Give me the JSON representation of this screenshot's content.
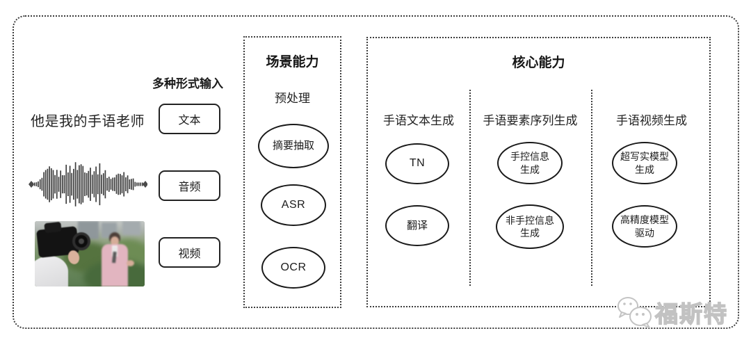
{
  "diagram": {
    "input": {
      "label": "多种形式输入",
      "sentence": "他是我的手语老师",
      "types": [
        {
          "label": "文本"
        },
        {
          "label": "音频"
        },
        {
          "label": "视频"
        }
      ]
    },
    "scene": {
      "title": "场景能力",
      "subtitle": "预处理",
      "nodes": [
        {
          "label": "摘要抽取"
        },
        {
          "label": "ASR"
        },
        {
          "label": "OCR"
        }
      ]
    },
    "core": {
      "title": "核心能力",
      "columns": [
        {
          "header": "手语文本生成",
          "nodes": [
            {
              "label": "TN"
            },
            {
              "label": "翻译"
            }
          ]
        },
        {
          "header": "手语要素序列生成",
          "nodes": [
            {
              "label": "手控信息\n生成"
            },
            {
              "label": "非手控信息\n生成"
            }
          ]
        },
        {
          "header": "手语视频生成",
          "nodes": [
            {
              "label": "超写实模型\n生成"
            },
            {
              "label": "高精度模型\n驱动"
            }
          ]
        }
      ]
    },
    "watermark": {
      "text": "福斯特",
      "logo": "chat-bubbles-icon"
    },
    "colors": {
      "border": "#3c3c3c",
      "text": "#1f1f1f",
      "background": "#ffffff",
      "watermark_gray": "#c2c2c2"
    }
  }
}
